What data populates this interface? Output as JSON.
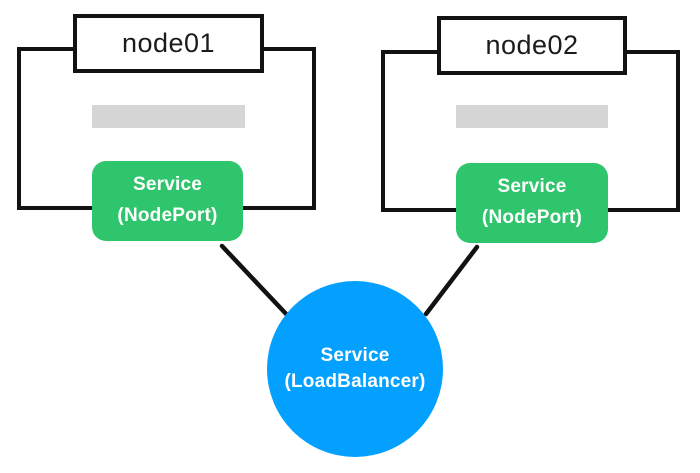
{
  "diagram": {
    "background": "#ffffff",
    "colors": {
      "outline": "#121212",
      "box_fill": "#ffffff",
      "nodeport_fill": "#2FC56C",
      "loadbalancer_fill": "#04A0FF",
      "placeholder_fill": "#D6D6D6",
      "node_label_text": "#1b1b1b",
      "service_text": "#ffffff",
      "background": "#ffffff"
    },
    "nodes": [
      {
        "label": "node01",
        "service_line1": "Service",
        "service_line2": "(NodePort)"
      },
      {
        "label": "node02",
        "service_line1": "Service",
        "service_line2": "(NodePort)"
      }
    ],
    "load_balancer": {
      "line1": "Service",
      "line2": "(LoadBalancer)"
    }
  }
}
